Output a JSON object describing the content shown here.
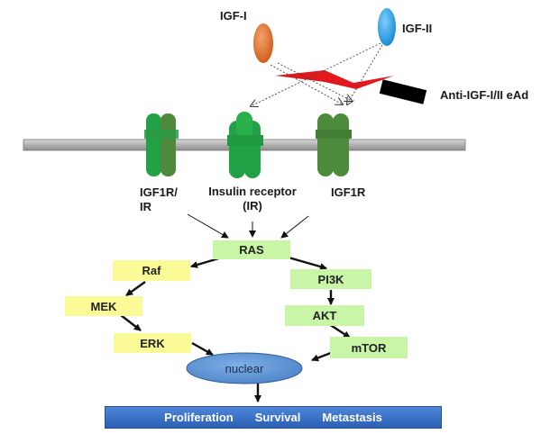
{
  "ligands": {
    "igf1": "IGF-I",
    "igf2": "IGF-II",
    "antibody": "Anti-IGF-I/II eAd"
  },
  "receptors": {
    "hybrid": "IGF1R/\nIR",
    "insulin": "Insulin receptor\n(IR)",
    "igf1r": "IGF1R"
  },
  "pathway": {
    "ras": "RAS",
    "raf": "Raf",
    "mek": "MEK",
    "erk": "ERK",
    "pi3k": "PI3K",
    "akt": "AKT",
    "mtor": "mTOR",
    "nucleus": "nuclear"
  },
  "outcomes": [
    "Proliferation",
    "Survival",
    "Metastasis"
  ],
  "colors": {
    "igf1": "#e2712c",
    "igf2": "#2aa3e8",
    "receptor_light": "#22a146",
    "receptor_dark": "#4d8a3c",
    "membrane": "#b5b5b5",
    "yellow_box": "#fafa96",
    "green_box": "#c9f5a6",
    "nucleus": "#5b93d3",
    "outcome_bar": "#3a6fc4",
    "antibody_red": "#e3181d"
  }
}
